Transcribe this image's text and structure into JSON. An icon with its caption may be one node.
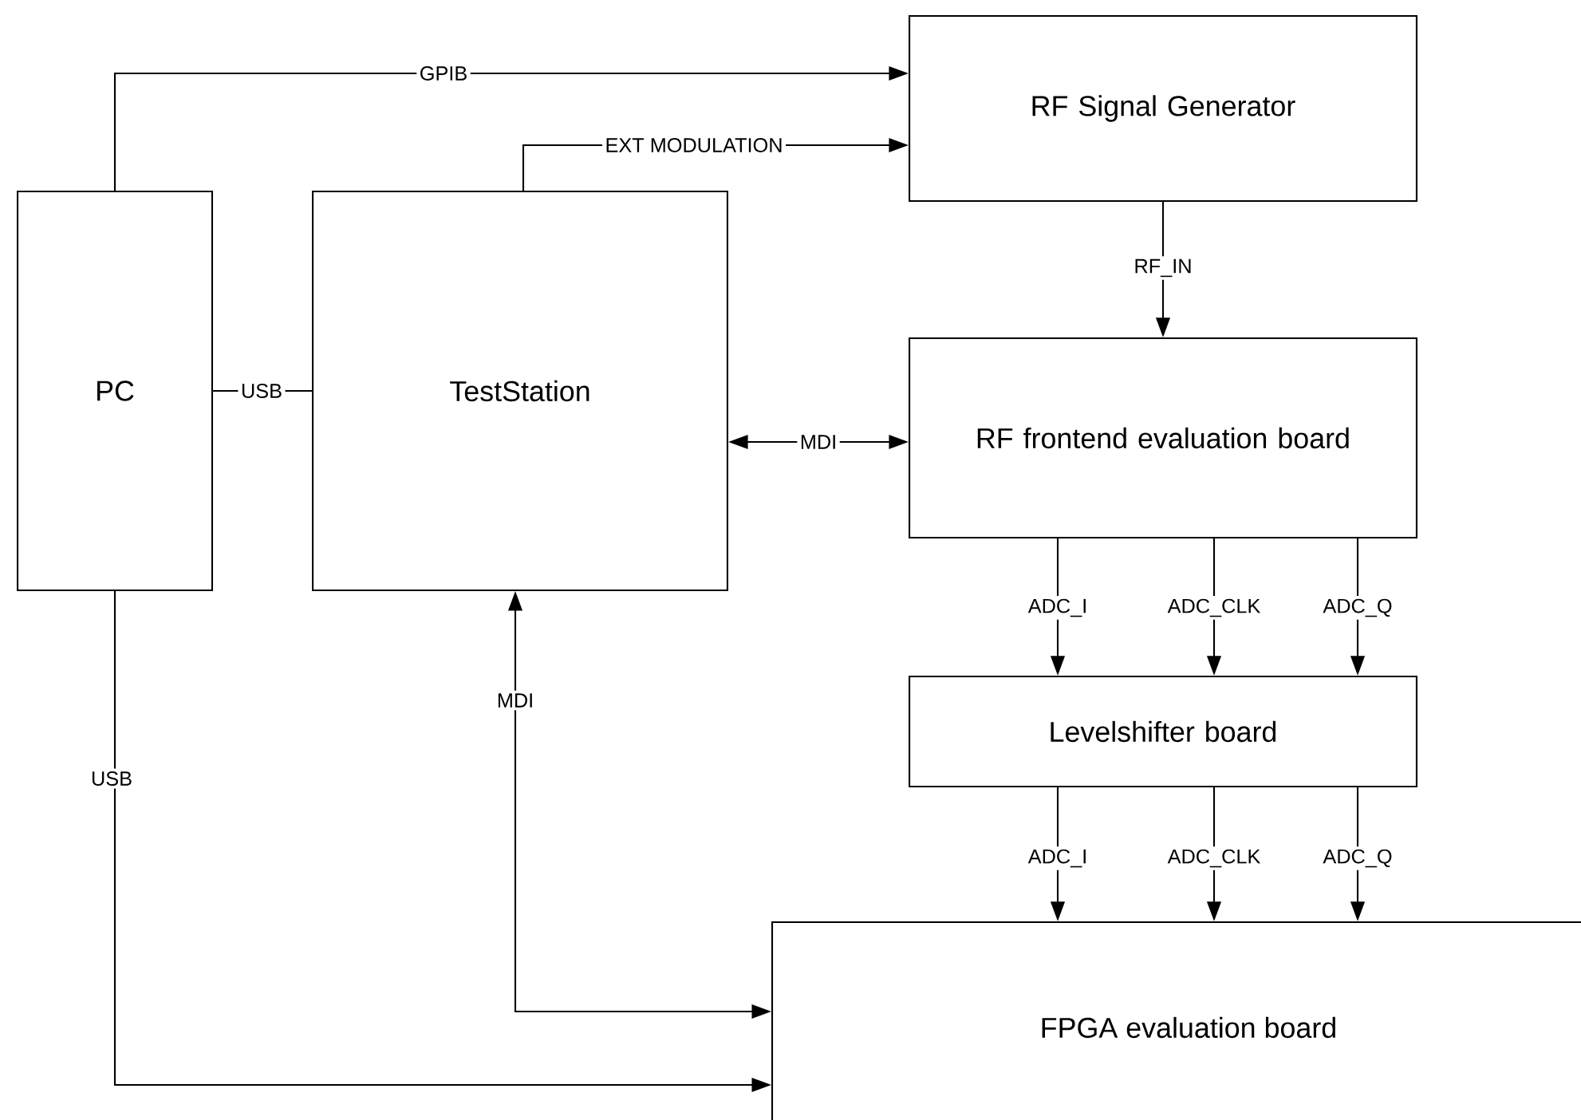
{
  "diagram": {
    "nodes": [
      {
        "text": [
          "PC"
        ]
      },
      {
        "text": [
          "TestStation"
        ]
      },
      {
        "text": [
          "RF Signal Generator"
        ]
      },
      {
        "text": [
          "RF frontend evaluation board"
        ]
      },
      {
        "text": [
          "Levelshifter board"
        ]
      },
      {
        "text": [
          "FPGA evaluation board"
        ]
      }
    ],
    "edges": [
      {
        "from": 0,
        "to": 2,
        "arrow": "to",
        "label": "GPIB"
      },
      {
        "from": 1,
        "to": 2,
        "arrow": "to",
        "label": "EXT MODULATION"
      },
      {
        "from": 0,
        "to": 1,
        "arrow": "none",
        "label": "USB"
      },
      {
        "from": 2,
        "to": 3,
        "arrow": "to",
        "label": "RF_IN"
      },
      {
        "from": 1,
        "to": 3,
        "arrow": "both",
        "label": "MDI"
      },
      {
        "from": 3,
        "to": 4,
        "arrow": "to",
        "label": "ADC_I"
      },
      {
        "from": 3,
        "to": 4,
        "arrow": "to",
        "label": "ADC_CLK"
      },
      {
        "from": 3,
        "to": 4,
        "arrow": "to",
        "label": "ADC_Q"
      },
      {
        "from": 4,
        "to": 5,
        "arrow": "to",
        "label": "ADC_I"
      },
      {
        "from": 4,
        "to": 5,
        "arrow": "to",
        "label": "ADC_CLK"
      },
      {
        "from": 4,
        "to": 5,
        "arrow": "to",
        "label": "ADC_Q"
      },
      {
        "from": 1,
        "to": 5,
        "arrow": "both",
        "label": "MDI"
      },
      {
        "from": 0,
        "to": 5,
        "arrow": "to",
        "label": "USB"
      }
    ]
  }
}
